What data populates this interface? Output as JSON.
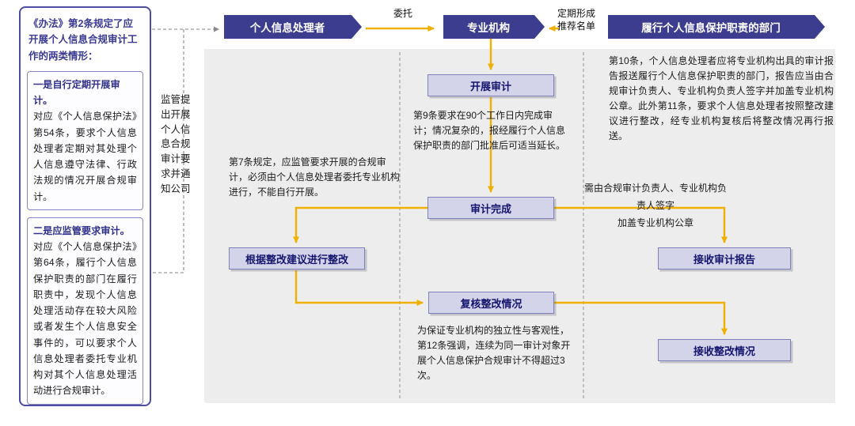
{
  "sidebar": {
    "title": "《办法》第2条规定了应开展个人信息合规审计工作的两类情形：",
    "boxes": [
      {
        "heading": "一是自行定期开展审计。",
        "body": "对应《个人信息保护法》第54条，要求个人信息处理者定期对其处理个人信息遵守法律、行政法规的情况开展合规审计。"
      },
      {
        "heading": "二是应监管要求审计。",
        "body": "对应《个人信息保护法》第64条，履行个人信息保护职责的部门在履行职责中，发现个人信息处理活动存在较大风险或者发生个人信息安全事件的，可以要求个人信息处理者委托专业机构对其个人信息处理活动进行合规审计。"
      }
    ]
  },
  "lanes": {
    "processor": "个人信息处理者",
    "agency": "专业机构",
    "department": "履行个人信息保护职责的部门"
  },
  "edge_labels": {
    "entrust": "委托",
    "recommend": "定期形成\n推荐名单",
    "regulator_note": "监管提出开展个人信息合规审计要求并通知公司"
  },
  "nodes": {
    "conduct_audit": "开展审计",
    "audit_done": "审计完成",
    "rectify": "根据整改建议进行整改",
    "review": "复核整改情况",
    "receive_report": "接收审计报告",
    "receive_rectification": "接收整改情况"
  },
  "annotations": {
    "article7": "第7条规定，应监管要求开展的合规审计，必须由个人信息处理者委托专业机构进行，不能自行开展。",
    "article9": "第9条要求在90个工作日内完成审计；情况复杂的，报经履行个人信息保护职责的部门批准后可适当延长。",
    "article10_11": "第10条，个人信息处理者应将专业机构出具的审计报告报送履行个人信息保护职责的部门，报告应当由合规审计负责人、专业机构负责人签字并加盖专业机构公章。此外第11条，要求个人信息处理者按照整改建议进行整改，经专业机构复核后将整改情况再行报送。",
    "signature": "需由合规审计负责人、专业机构负责人签字\n加盖专业机构公章",
    "article12": "为保证专业机构的独立性与客观性，第12条强调，连续为同一审计对象开展个人信息保护合规审计不得超过3次。"
  },
  "colors": {
    "header_purple": "#3d3d90",
    "node_fill": "#d3d3ea",
    "node_border": "#8181ba",
    "arrow_yellow": "#efb000",
    "panel_gray": "#ededed",
    "sidebar_border": "#4c4c9e"
  }
}
